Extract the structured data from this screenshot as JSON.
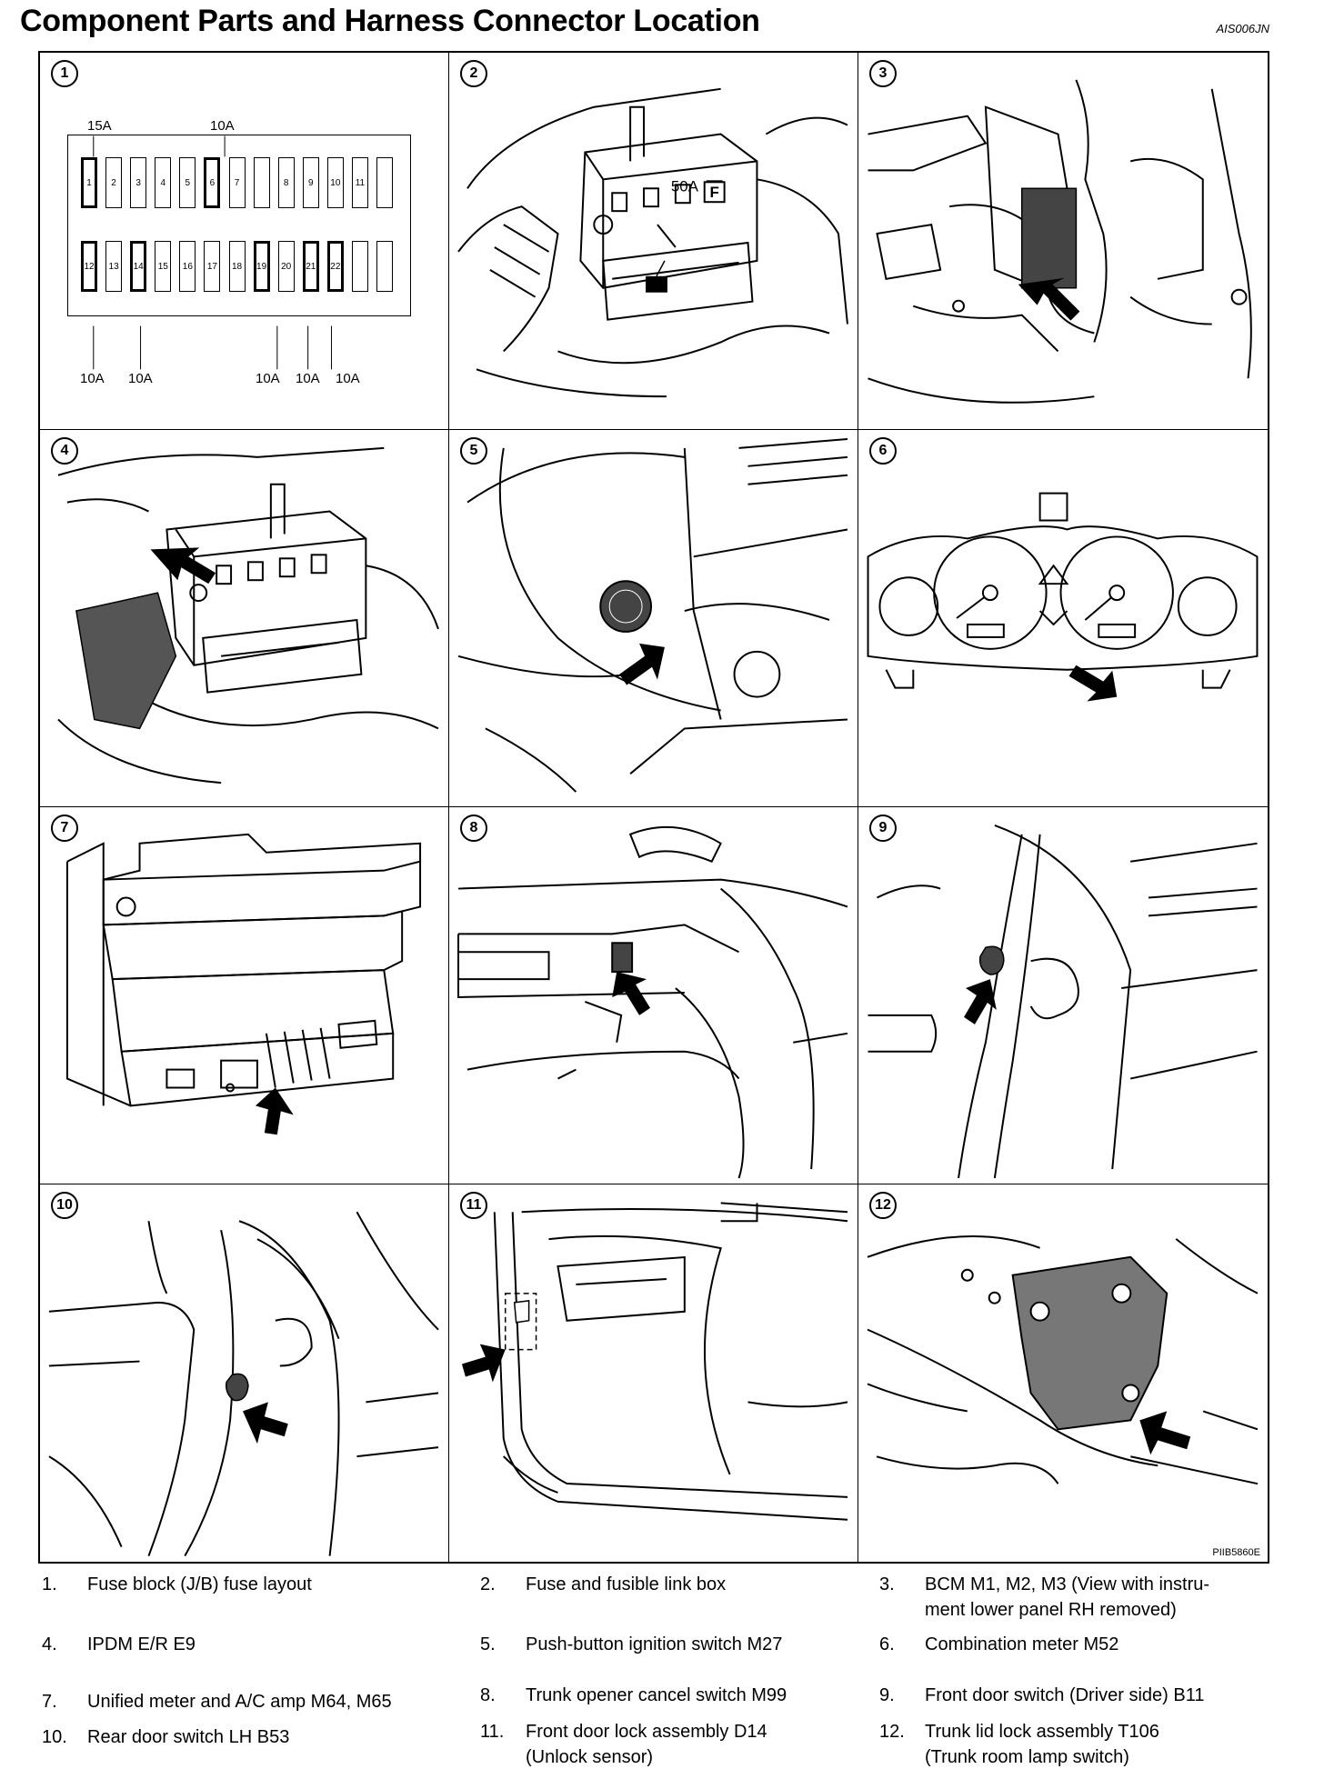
{
  "title": "Component Parts and Harness Connector Location",
  "figure_code": "AIS006JN",
  "figure_id": "PIIB5860E",
  "panels": [
    {
      "num": "1"
    },
    {
      "num": "2"
    },
    {
      "num": "3"
    },
    {
      "num": "4"
    },
    {
      "num": "5"
    },
    {
      "num": "6"
    },
    {
      "num": "7"
    },
    {
      "num": "8"
    },
    {
      "num": "9"
    },
    {
      "num": "10"
    },
    {
      "num": "11"
    },
    {
      "num": "12"
    }
  ],
  "fuse_layout": {
    "top_labels": [
      "15A",
      "10A"
    ],
    "bottom_labels": [
      "10A",
      "10A",
      "10A",
      "10A",
      "10A"
    ],
    "top_row": [
      "1",
      "2",
      "3",
      "4",
      "5",
      "6",
      "7",
      "",
      "8",
      "9",
      "10",
      "11",
      ""
    ],
    "bottom_row": [
      "12",
      "13",
      "14",
      "15",
      "16",
      "17",
      "18",
      "19",
      "20",
      "21",
      "22",
      "",
      ""
    ],
    "highlighted": [
      "1",
      "6",
      "12",
      "14",
      "19",
      "21",
      "22"
    ]
  },
  "panel2_label": "50A",
  "panel2_badge": "F",
  "legend": [
    {
      "num": "1.",
      "text": "Fuse block (J/B) fuse layout"
    },
    {
      "num": "2.",
      "text": "Fuse and fusible link box"
    },
    {
      "num": "3.",
      "text": "BCM M1, M2, M3 (View with instru-",
      "text2": "ment lower panel RH removed)"
    },
    {
      "num": "4.",
      "text": "IPDM E/R E9"
    },
    {
      "num": "5.",
      "text": "Push-button ignition switch M27"
    },
    {
      "num": "6.",
      "text": "Combination meter M52"
    },
    {
      "num": "7.",
      "text": "Unified meter and A/C amp M64, M65"
    },
    {
      "num": "8.",
      "text": "Trunk opener cancel switch M99"
    },
    {
      "num": "9.",
      "text": "Front door switch (Driver side) B11"
    },
    {
      "num": "10.",
      "text": "Rear door switch LH B53"
    },
    {
      "num": "11.",
      "text": "Front door lock assembly D14",
      "text2": "(Unlock sensor)"
    },
    {
      "num": "12.",
      "text": "Trunk lid lock assembly T106",
      "text2": "(Trunk room lamp switch)"
    }
  ]
}
